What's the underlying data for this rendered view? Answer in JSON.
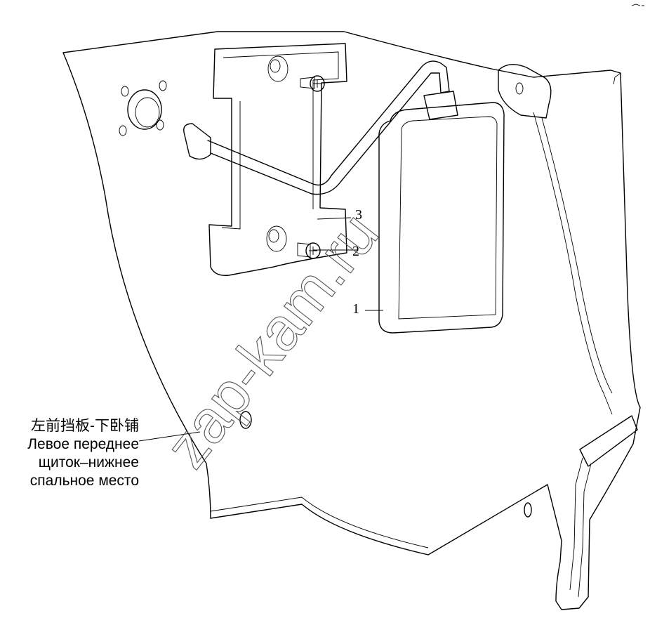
{
  "callouts": [
    {
      "label": "1"
    },
    {
      "label": "2"
    },
    {
      "label": "3"
    }
  ],
  "caption": {
    "zh": "左前挡板-下卧铺",
    "ru_line1": "Левое переднее",
    "ru_line2": "щиток–нижнее",
    "ru_line3": "спальное место"
  },
  "watermark": "zap-kam.ru"
}
